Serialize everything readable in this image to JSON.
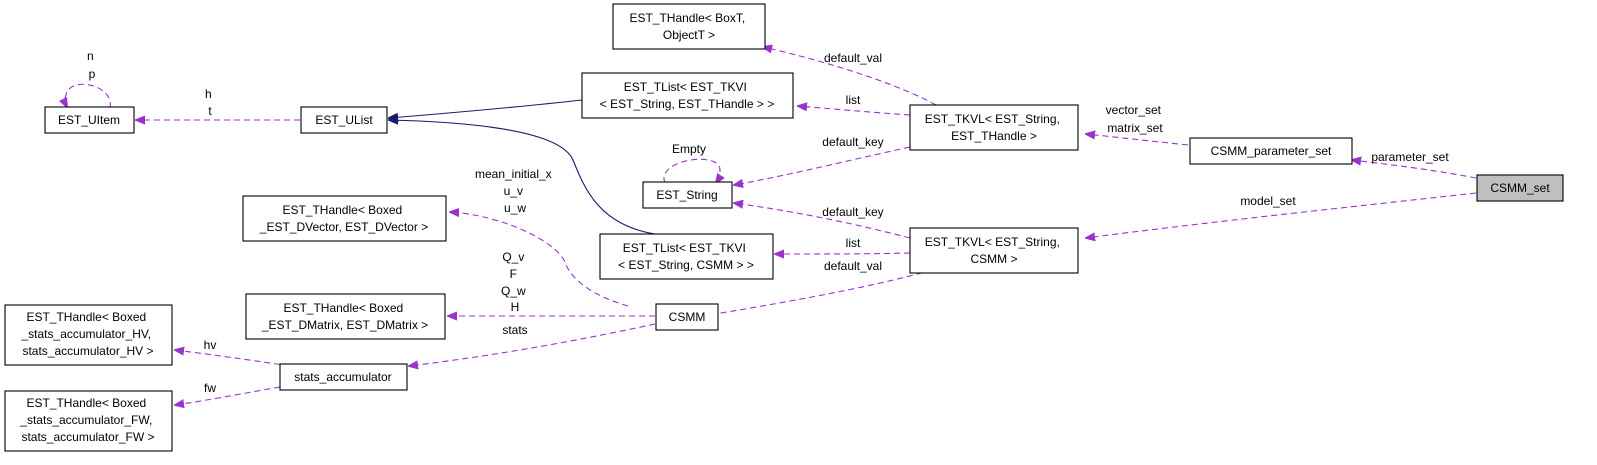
{
  "colors": {
    "member_edge": "#9a32cd",
    "inherit_edge": "#191970",
    "focus_fill": "#bfbfbf",
    "node_fill": "#ffffff",
    "node_stroke": "#000000"
  },
  "nodes": {
    "csmm_set": [
      "CSMM_set"
    ],
    "csmm_parameter_set": [
      "CSMM_parameter_set"
    ],
    "tkvl_thandle": [
      "EST_TKVL< EST_String,",
      "EST_THandle >"
    ],
    "thandle_boxt": [
      "EST_THandle< BoxT,",
      "ObjectT >"
    ],
    "tlist_tkvi_thandle": [
      "EST_TList< EST_TKVI",
      "< EST_String, EST_THandle > >"
    ],
    "ulist": [
      "EST_UList"
    ],
    "uitem": [
      "EST_UItem"
    ],
    "est_string": [
      "EST_String"
    ],
    "tkvl_csmm": [
      "EST_TKVL< EST_String,",
      "CSMM >"
    ],
    "tlist_tkvi_csmm": [
      "EST_TList< EST_TKVI",
      "< EST_String, CSMM > >"
    ],
    "thandle_dvector": [
      "EST_THandle< Boxed",
      "_EST_DVector, EST_DVector >"
    ],
    "thandle_dmatrix": [
      "EST_THandle< Boxed",
      "_EST_DMatrix, EST_DMatrix >"
    ],
    "csmm": [
      "CSMM"
    ],
    "thandle_hv": [
      "EST_THandle< Boxed",
      "_stats_accumulator_HV,",
      "stats_accumulator_HV >"
    ],
    "thandle_fw": [
      "EST_THandle< Boxed",
      "_stats_accumulator_FW,",
      "stats_accumulator_FW >"
    ],
    "stats_accumulator": [
      "stats_accumulator"
    ]
  },
  "edge_labels": {
    "default_val_top": [
      "default_val"
    ],
    "list_top": [
      "list"
    ],
    "vector_matrix_set": [
      "vector_set",
      "matrix_set"
    ],
    "parameter_set": [
      "parameter_set"
    ],
    "model_set": [
      "model_set"
    ],
    "default_key_top": [
      "default_key"
    ],
    "empty": [
      "Empty"
    ],
    "uitem_np": [
      "n",
      "p"
    ],
    "uitem_ht": [
      "h",
      "t"
    ],
    "default_key_bottom": [
      "default_key"
    ],
    "list_bottom": [
      "list"
    ],
    "default_val_bottom": [
      "default_val"
    ],
    "mean_uv_uw": [
      "mean_initial_x",
      "u_v",
      "u_w"
    ],
    "qv_f_qw_h": [
      "Q_v",
      "F",
      "Q_w",
      "H"
    ],
    "stats": [
      "stats"
    ],
    "hv": [
      "hv"
    ],
    "fw": [
      "fw"
    ]
  }
}
